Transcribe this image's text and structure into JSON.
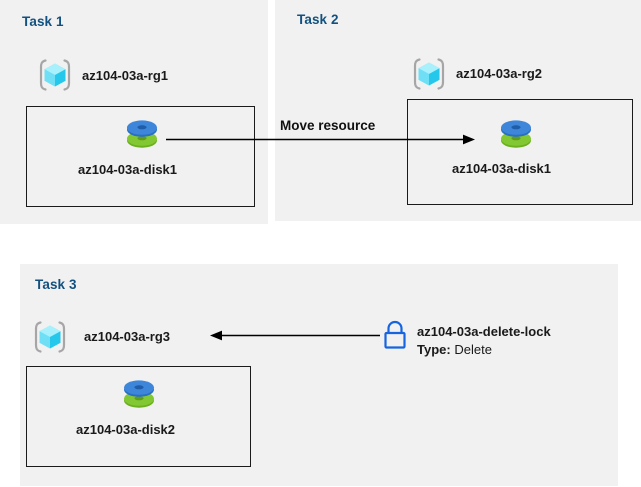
{
  "diagram": {
    "title": "Azure resource group tasks diagram",
    "colors": {
      "panel_background": "#f1f1f1",
      "page_background": "#ffffff",
      "task_title": "#12517f",
      "text": "#1a1a1a",
      "arrow": "#000000",
      "lock_outline": "#1565e0",
      "disk_top": "#3d85d8",
      "disk_bottom": "#76bc21",
      "cube": "#4fd8f5",
      "bracket": "#a6a6a6"
    }
  },
  "tasks": [
    {
      "id": "task1",
      "title": "Task 1",
      "resource_group": {
        "icon": "resource-group-cube-icon",
        "label": "az104-03a-rg1"
      },
      "resource": {
        "icon": "managed-disk-icon",
        "label": "az104-03a-disk1"
      }
    },
    {
      "id": "task2",
      "title": "Task 2",
      "resource_group": {
        "icon": "resource-group-cube-icon",
        "label": "az104-03a-rg2"
      },
      "resource": {
        "icon": "managed-disk-icon",
        "label": "az104-03a-disk1"
      }
    },
    {
      "id": "task3",
      "title": "Task 3",
      "resource_group": {
        "icon": "resource-group-cube-icon",
        "label": "az104-03a-rg3"
      },
      "resource": {
        "icon": "managed-disk-icon",
        "label": "az104-03a-disk2"
      }
    }
  ],
  "connectors": [
    {
      "id": "move-resource",
      "label": "Move resource",
      "direction": "right",
      "from": "az104-03a-disk1 (Task 1)",
      "to": "az104-03a-disk1 (Task 2)"
    },
    {
      "id": "lock-applies-to-rg3",
      "label": "",
      "direction": "left",
      "from": "az104-03a-delete-lock",
      "to": "az104-03a-rg3"
    }
  ],
  "lock": {
    "icon": "padlock-icon",
    "name": "az104-03a-delete-lock",
    "type_label": "Type:",
    "type_value": "Delete"
  }
}
